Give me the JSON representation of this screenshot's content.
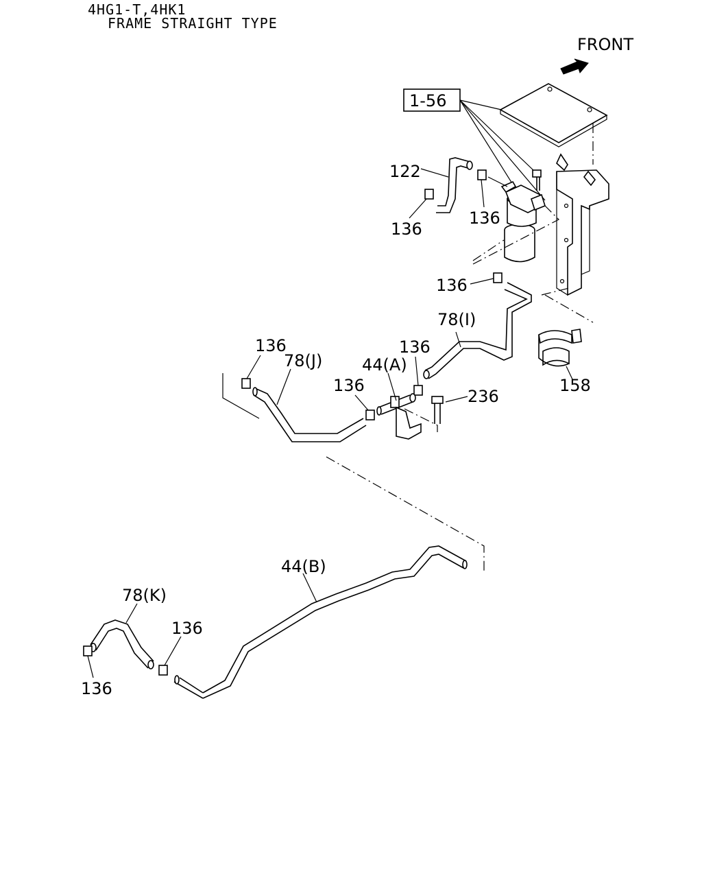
{
  "header": {
    "engine": "4HG1-T,4HK1",
    "type": "FRAME STRAIGHT TYPE"
  },
  "direction_label": "FRONT",
  "callouts": {
    "c_1_56": "1-56",
    "c_122": "122",
    "c_136_a": "136",
    "c_136_b": "136",
    "c_136_c": "136",
    "c_136_d": "136",
    "c_136_e": "136",
    "c_136_f": "136",
    "c_136_g": "136",
    "c_136_h": "136",
    "c_78_i": "78(I)",
    "c_78_j": "78(J)",
    "c_78_k": "78(K)",
    "c_44_a": "44(A)",
    "c_44_b": "44(B)",
    "c_236": "236",
    "c_158": "158"
  },
  "colors": {
    "ink": "#000000",
    "paper": "#ffffff"
  }
}
